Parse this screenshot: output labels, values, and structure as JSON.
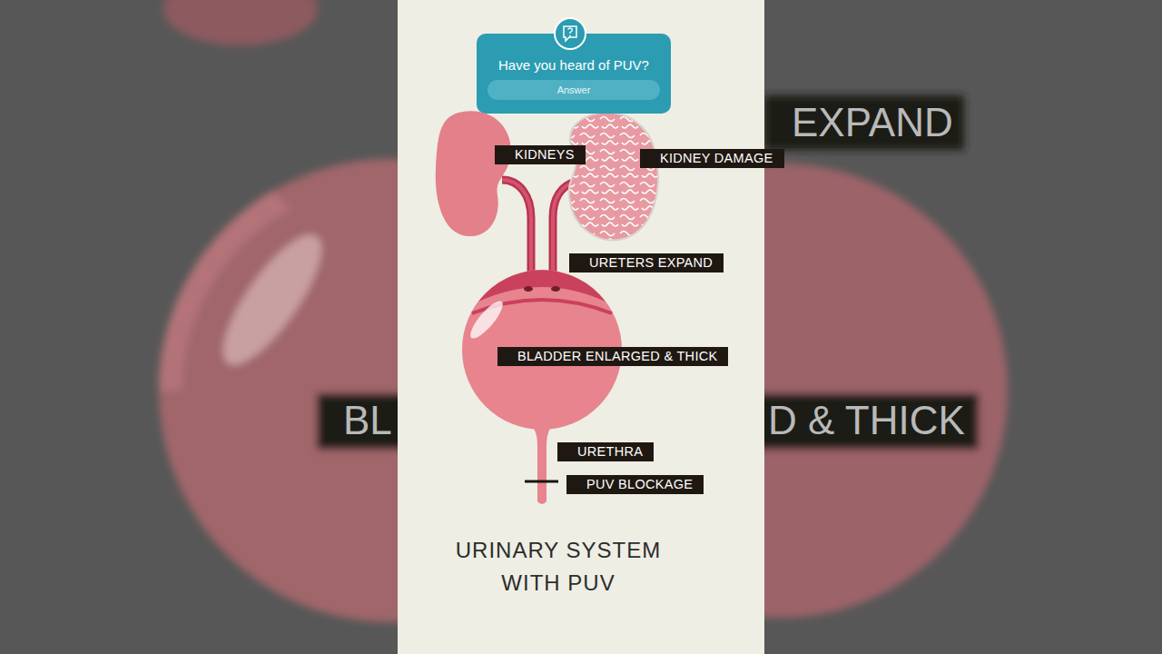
{
  "diagram": {
    "caption": "URINARY SYSTEM WITH PUV",
    "nodes": [
      {
        "text": [
          "Have you heard of PUV?",
          "Answer"
        ]
      },
      {
        "text": [
          "KIDNEYS"
        ]
      },
      {
        "text": [
          "KIDNEY DAMAGE"
        ]
      },
      {
        "text": [
          "URETERS EXPAND"
        ]
      },
      {
        "text": [
          "BLADDER ENLARGED & THICK"
        ]
      },
      {
        "text": [
          "URETHRA"
        ]
      },
      {
        "text": [
          "PUV BLOCKAGE"
        ]
      }
    ],
    "labels": [
      "EXPAND",
      "BL",
      "D & THICK"
    ]
  }
}
